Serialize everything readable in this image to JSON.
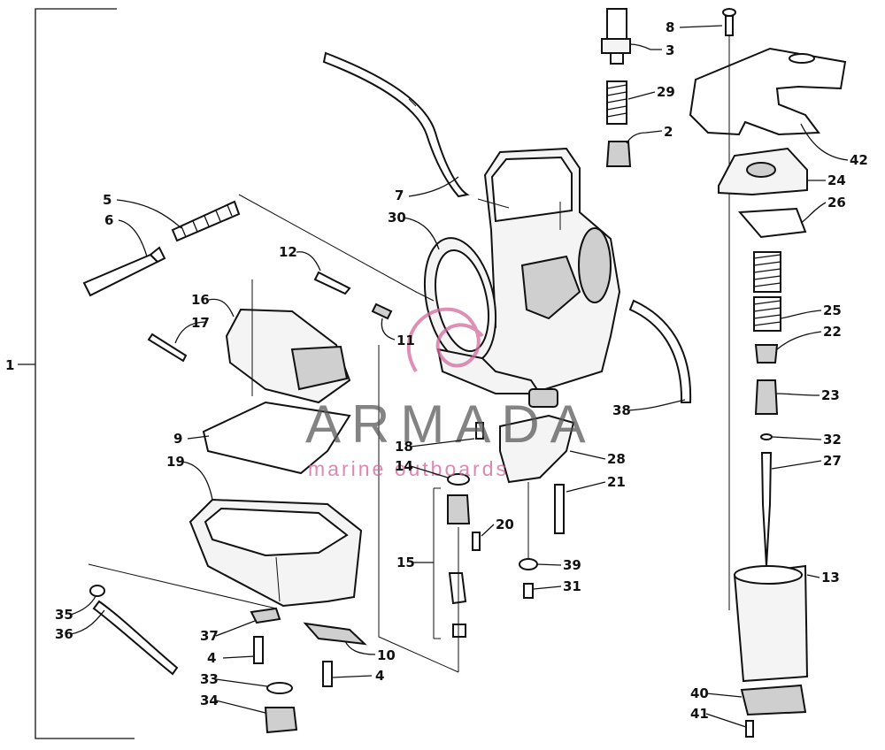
{
  "watermark": {
    "brand": "ARMADA",
    "tagline": "marine outboards",
    "accent_color": "#d36a9c"
  },
  "callouts": [
    {
      "id": "1"
    },
    {
      "id": "2"
    },
    {
      "id": "3"
    },
    {
      "id": "4a",
      "text": "4"
    },
    {
      "id": "4b",
      "text": "4"
    },
    {
      "id": "5"
    },
    {
      "id": "6"
    },
    {
      "id": "7"
    },
    {
      "id": "8"
    },
    {
      "id": "9"
    },
    {
      "id": "10"
    },
    {
      "id": "11"
    },
    {
      "id": "12"
    },
    {
      "id": "13"
    },
    {
      "id": "14"
    },
    {
      "id": "15"
    },
    {
      "id": "16"
    },
    {
      "id": "17"
    },
    {
      "id": "18"
    },
    {
      "id": "19"
    },
    {
      "id": "20"
    },
    {
      "id": "21"
    },
    {
      "id": "22"
    },
    {
      "id": "23"
    },
    {
      "id": "24"
    },
    {
      "id": "25"
    },
    {
      "id": "26"
    },
    {
      "id": "27"
    },
    {
      "id": "28"
    },
    {
      "id": "29"
    },
    {
      "id": "30"
    },
    {
      "id": "31"
    },
    {
      "id": "32"
    },
    {
      "id": "33"
    },
    {
      "id": "34"
    },
    {
      "id": "35"
    },
    {
      "id": "36"
    },
    {
      "id": "37"
    },
    {
      "id": "38"
    },
    {
      "id": "39"
    },
    {
      "id": "40"
    },
    {
      "id": "41"
    },
    {
      "id": "42"
    }
  ]
}
